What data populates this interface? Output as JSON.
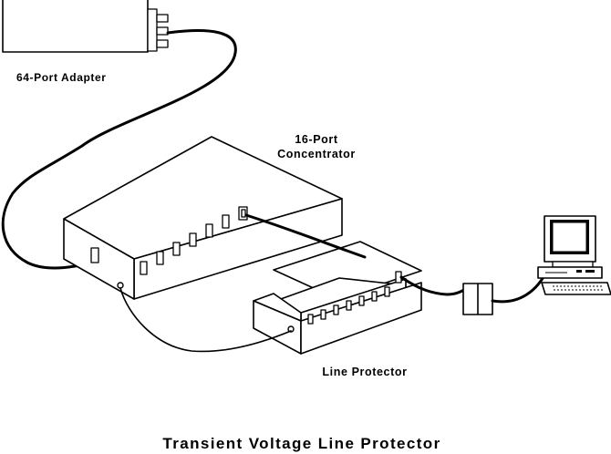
{
  "labels": {
    "adapter": "64-Port Adapter",
    "concentrator_line1": "16-Port",
    "concentrator_line2": "Concentrator",
    "protector": "Line Protector",
    "caption": "Transient Voltage Line Protector"
  }
}
